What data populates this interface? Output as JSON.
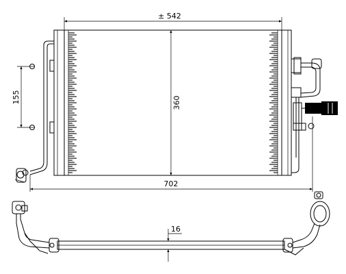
{
  "dimensions": {
    "width_label": "± 542",
    "height_label": "360",
    "side_label": "155",
    "overall_label": "702",
    "thickness_label": "16"
  },
  "colors": {
    "line": "#000000",
    "background": "#ffffff"
  }
}
